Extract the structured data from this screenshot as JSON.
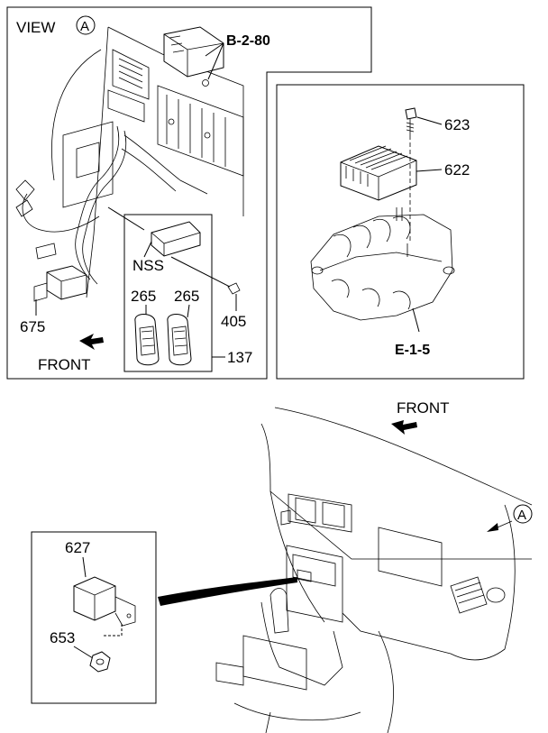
{
  "view_panel": {
    "title": "VIEW",
    "view_marker": "A",
    "ref_b280": "B-2-80",
    "label_nss": "NSS",
    "label_265a": "265",
    "label_265b": "265",
    "label_405": "405",
    "label_675": "675",
    "label_137": "137",
    "front_label": "FRONT"
  },
  "manifold_panel": {
    "label_623": "623",
    "label_622": "622",
    "ref_e15": "E-1-5"
  },
  "dashboard": {
    "front_label": "FRONT",
    "view_marker": "A"
  },
  "module_inset": {
    "label_627": "627",
    "label_653": "653"
  }
}
